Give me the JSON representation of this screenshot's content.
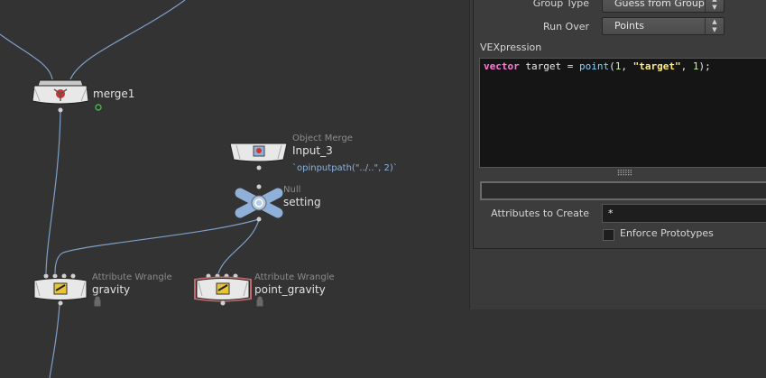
{
  "network": {
    "nodes": [
      {
        "id": "merge1",
        "name": "merge1",
        "type": ""
      },
      {
        "id": "input3",
        "name": "Input_3",
        "type": "Object Merge",
        "expression": "`opinputpath(\"../..\", 2)`"
      },
      {
        "id": "setting",
        "name": "setting",
        "type": "Null"
      },
      {
        "id": "gravity",
        "name": "gravity",
        "type": "Attribute Wrangle"
      },
      {
        "id": "point_gravity",
        "name": "point_gravity",
        "type": "Attribute Wrangle"
      }
    ]
  },
  "parameters": {
    "group_type": {
      "label": "Group Type",
      "value": "Guess from Group"
    },
    "run_over": {
      "label": "Run Over",
      "value": "Points"
    },
    "vexpression": {
      "label": "VEXpression",
      "code": {
        "kw": "vector",
        "var": "target =",
        "fn": "point",
        "open": "(",
        "num1": "1",
        "comma1": ",",
        "str": "\"target\"",
        "comma2": ",",
        "num2": "1",
        "close": ");"
      }
    },
    "grip": "⠿⠿⠿",
    "attributes_to_create": {
      "label": "Attributes to Create",
      "value": "*"
    },
    "enforce_prototypes": {
      "label": "Enforce Prototypes",
      "checked": false
    }
  },
  "colors": {
    "network_bg": "#333333",
    "wire": "#7e9fc9",
    "selected_node_outline": "#c26a6a",
    "keyword": "#ff7ad7",
    "string": "#ffe97a",
    "function": "#7fd4ff"
  }
}
